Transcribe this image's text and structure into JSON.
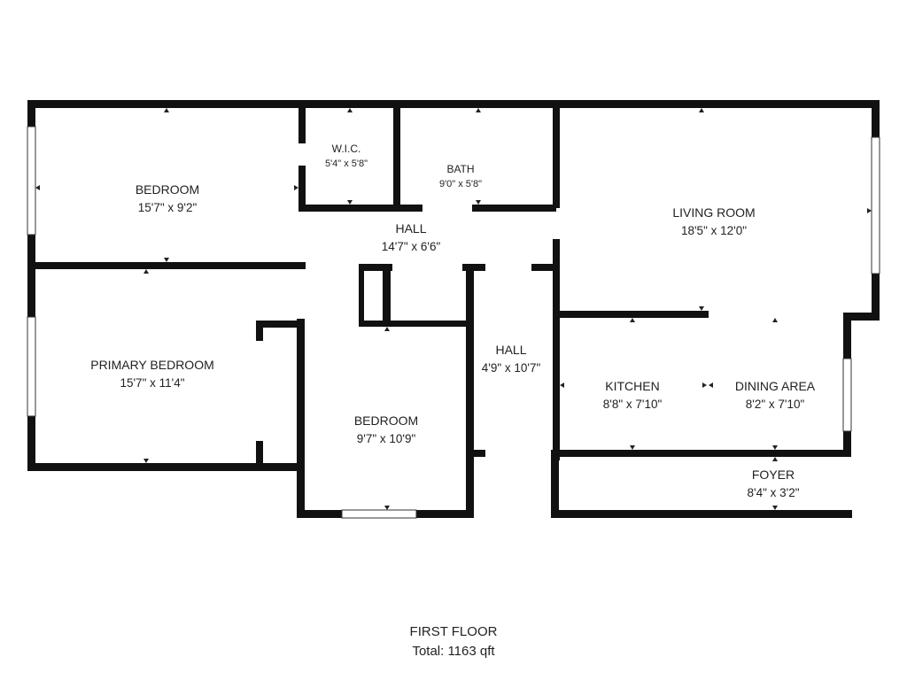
{
  "rooms": {
    "bedroom_1": {
      "name": "BEDROOM",
      "dims": "15'7\" x 9'2\""
    },
    "wic": {
      "name": "W.I.C.",
      "dims": "5'4\" x 5'8\""
    },
    "bath": {
      "name": "BATH",
      "dims": "9'0\" x 5'8\""
    },
    "living_room": {
      "name": "LIVING ROOM",
      "dims": "18'5\" x 12'0\""
    },
    "hall_1": {
      "name": "HALL",
      "dims": "14'7\" x 6'6\""
    },
    "primary_bedroom": {
      "name": "PRIMARY BEDROOM",
      "dims": "15'7\" x 11'4\""
    },
    "hall_2": {
      "name": "HALL",
      "dims": "4'9\" x 10'7\""
    },
    "kitchen": {
      "name": "KITCHEN",
      "dims": "8'8\" x 7'10\""
    },
    "dining_area": {
      "name": "DINING AREA",
      "dims": "8'2\" x 7'10\""
    },
    "bedroom_2": {
      "name": "BEDROOM",
      "dims": "9'7\" x 10'9\""
    },
    "foyer": {
      "name": "FOYER",
      "dims": "8'4\" x 3'2\""
    }
  },
  "floor": {
    "title": "FIRST FLOOR",
    "total": "Total: 1163 qft"
  },
  "colors": {
    "wall": "#111111",
    "background": "#ffffff",
    "text": "#222222"
  }
}
